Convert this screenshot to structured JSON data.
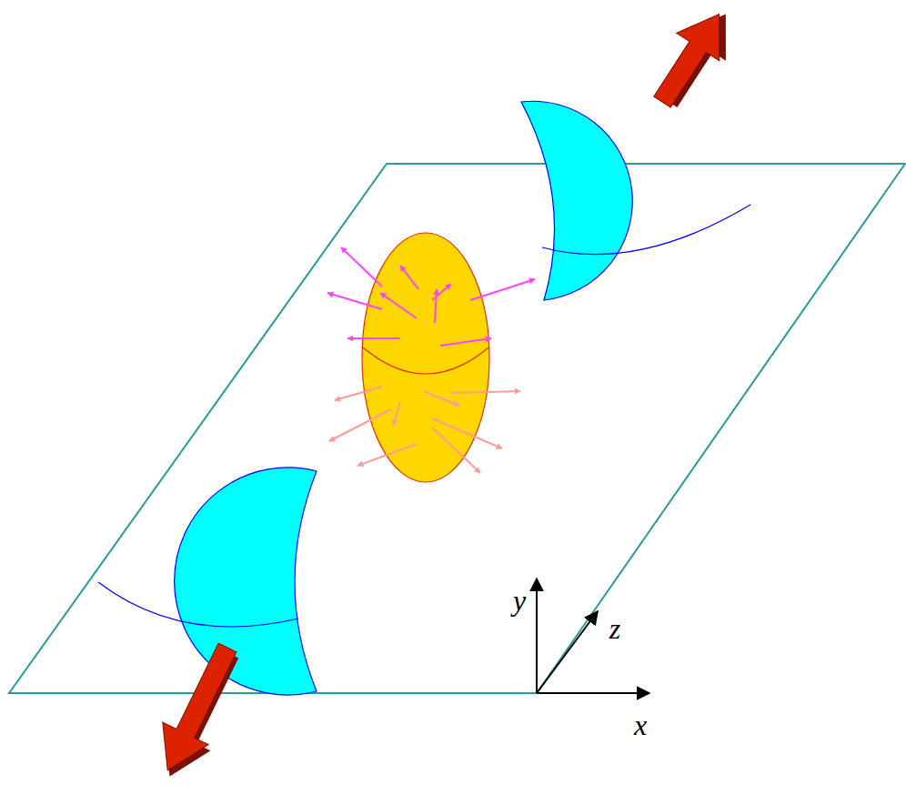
{
  "diagram": {
    "labels": [
      "y",
      "z",
      "x"
    ]
  }
}
